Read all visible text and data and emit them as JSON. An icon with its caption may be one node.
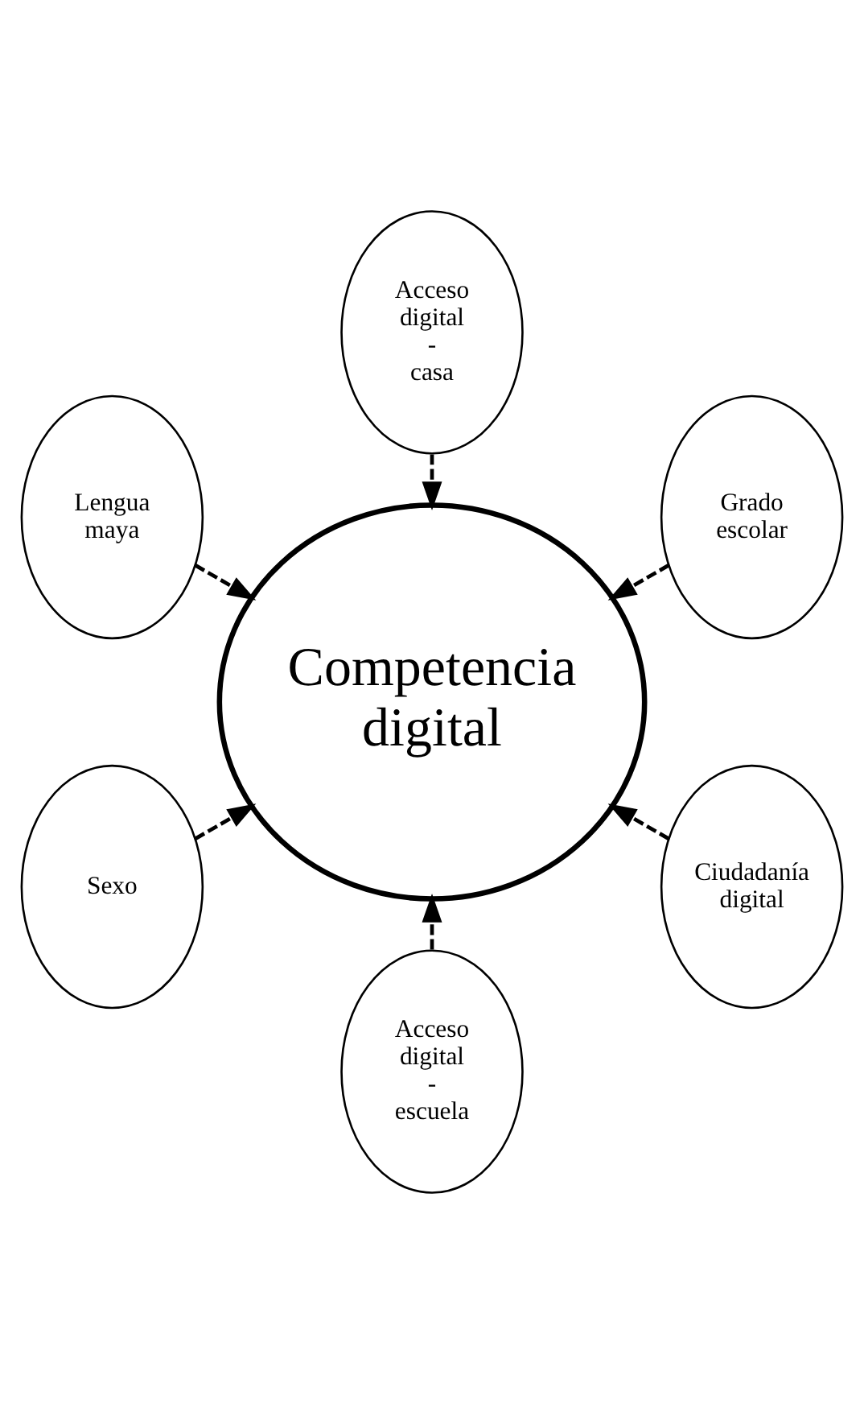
{
  "diagram": {
    "nodes": [
      {
        "text": [
          "Competencia digital"
        ]
      },
      {
        "text": [
          "Grado escolar"
        ]
      },
      {
        "text": [
          "Acceso digital - casa"
        ]
      },
      {
        "text": [
          "Lengua maya"
        ]
      },
      {
        "text": [
          "Sexo"
        ]
      },
      {
        "text": [
          "Acceso digital - escuela"
        ]
      },
      {
        "text": [
          "Ciudadanía digital"
        ]
      }
    ],
    "edges": [
      {
        "from": 1,
        "to": 0,
        "arrow": "to",
        "style": "dashed"
      },
      {
        "from": 2,
        "to": 0,
        "arrow": "to",
        "style": "dashed"
      },
      {
        "from": 3,
        "to": 0,
        "arrow": "to",
        "style": "dashed"
      },
      {
        "from": 4,
        "to": 0,
        "arrow": "to",
        "style": "dashed"
      },
      {
        "from": 5,
        "to": 0,
        "arrow": "to",
        "style": "dashed"
      },
      {
        "from": 6,
        "to": 0,
        "arrow": "to",
        "style": "dashed"
      }
    ]
  }
}
